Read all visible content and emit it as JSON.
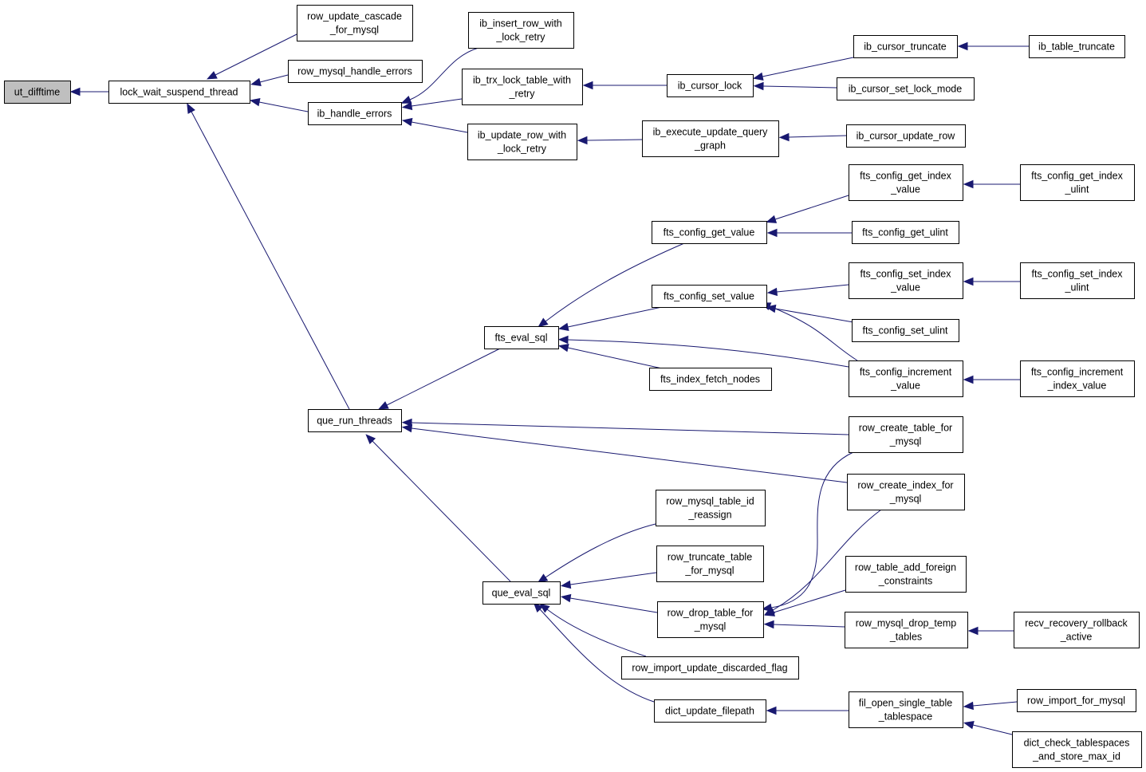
{
  "colors": {
    "edge": "#191970",
    "root_fill": "#bfbfbf",
    "node_fill": "#ffffff",
    "node_border": "#000000"
  },
  "nodes": [
    {
      "id": "ut_difftime",
      "lines": [
        "ut_difftime"
      ],
      "root": true
    },
    {
      "id": "lock_wait_suspend_thread",
      "lines": [
        "lock_wait_suspend_thread"
      ]
    },
    {
      "id": "row_update_cascade_for_mysql",
      "lines": [
        "row_update_cascade",
        "_for_mysql"
      ]
    },
    {
      "id": "row_mysql_handle_errors",
      "lines": [
        "row_mysql_handle_errors"
      ]
    },
    {
      "id": "ib_handle_errors",
      "lines": [
        "ib_handle_errors"
      ]
    },
    {
      "id": "que_run_threads",
      "lines": [
        "que_run_threads"
      ]
    },
    {
      "id": "ib_insert_row_with_lock_retry",
      "lines": [
        "ib_insert_row_with",
        "_lock_retry"
      ]
    },
    {
      "id": "ib_trx_lock_table_with_retry",
      "lines": [
        "ib_trx_lock_table_with",
        "_retry"
      ]
    },
    {
      "id": "ib_update_row_with_lock_retry",
      "lines": [
        "ib_update_row_with",
        "_lock_retry"
      ]
    },
    {
      "id": "ib_cursor_lock",
      "lines": [
        "ib_cursor_lock"
      ]
    },
    {
      "id": "ib_execute_update_query_graph",
      "lines": [
        "ib_execute_update_query",
        "_graph"
      ]
    },
    {
      "id": "ib_cursor_truncate",
      "lines": [
        "ib_cursor_truncate"
      ]
    },
    {
      "id": "ib_cursor_set_lock_mode",
      "lines": [
        "ib_cursor_set_lock_mode"
      ]
    },
    {
      "id": "ib_cursor_update_row",
      "lines": [
        "ib_cursor_update_row"
      ]
    },
    {
      "id": "ib_table_truncate",
      "lines": [
        "ib_table_truncate"
      ]
    },
    {
      "id": "fts_eval_sql",
      "lines": [
        "fts_eval_sql"
      ]
    },
    {
      "id": "que_eval_sql",
      "lines": [
        "que_eval_sql"
      ]
    },
    {
      "id": "fts_config_get_value",
      "lines": [
        "fts_config_get_value"
      ]
    },
    {
      "id": "fts_config_set_value",
      "lines": [
        "fts_config_set_value"
      ]
    },
    {
      "id": "fts_index_fetch_nodes",
      "lines": [
        "fts_index_fetch_nodes"
      ]
    },
    {
      "id": "fts_config_get_index_value",
      "lines": [
        "fts_config_get_index",
        "_value"
      ]
    },
    {
      "id": "fts_config_get_ulint",
      "lines": [
        "fts_config_get_ulint"
      ]
    },
    {
      "id": "fts_config_set_index_value",
      "lines": [
        "fts_config_set_index",
        "_value"
      ]
    },
    {
      "id": "fts_config_set_ulint",
      "lines": [
        "fts_config_set_ulint"
      ]
    },
    {
      "id": "fts_config_increment_value",
      "lines": [
        "fts_config_increment",
        "_value"
      ]
    },
    {
      "id": "fts_config_get_index_ulint",
      "lines": [
        "fts_config_get_index",
        "_ulint"
      ]
    },
    {
      "id": "fts_config_set_index_ulint",
      "lines": [
        "fts_config_set_index",
        "_ulint"
      ]
    },
    {
      "id": "fts_config_increment_index_value",
      "lines": [
        "fts_config_increment",
        "_index_value"
      ]
    },
    {
      "id": "row_create_table_for_mysql",
      "lines": [
        "row_create_table_for",
        "_mysql"
      ]
    },
    {
      "id": "row_create_index_for_mysql",
      "lines": [
        "row_create_index_for",
        "_mysql"
      ]
    },
    {
      "id": "row_mysql_table_id_reassign",
      "lines": [
        "row_mysql_table_id",
        "_reassign"
      ]
    },
    {
      "id": "row_truncate_table_for_mysql",
      "lines": [
        "row_truncate_table",
        "_for_mysql"
      ]
    },
    {
      "id": "row_drop_table_for_mysql",
      "lines": [
        "row_drop_table_for",
        "_mysql"
      ]
    },
    {
      "id": "row_import_update_discarded_flag",
      "lines": [
        "row_import_update_discarded_flag"
      ]
    },
    {
      "id": "dict_update_filepath",
      "lines": [
        "dict_update_filepath"
      ]
    },
    {
      "id": "row_table_add_foreign_constraints",
      "lines": [
        "row_table_add_foreign",
        "_constraints"
      ]
    },
    {
      "id": "row_mysql_drop_temp_tables",
      "lines": [
        "row_mysql_drop_temp",
        "_tables"
      ]
    },
    {
      "id": "recv_recovery_rollback_active",
      "lines": [
        "recv_recovery_rollback",
        "_active"
      ]
    },
    {
      "id": "fil_open_single_table_tablespace",
      "lines": [
        "fil_open_single_table",
        "_tablespace"
      ]
    },
    {
      "id": "row_import_for_mysql",
      "lines": [
        "row_import_for_mysql"
      ]
    },
    {
      "id": "dict_check_tablespaces_and_store_max_id",
      "lines": [
        "dict_check_tablespaces",
        "_and_store_max_id"
      ]
    }
  ],
  "edges": [
    {
      "from": "lock_wait_suspend_thread",
      "to": "ut_difftime"
    },
    {
      "from": "row_update_cascade_for_mysql",
      "to": "lock_wait_suspend_thread"
    },
    {
      "from": "row_mysql_handle_errors",
      "to": "lock_wait_suspend_thread"
    },
    {
      "from": "ib_handle_errors",
      "to": "lock_wait_suspend_thread"
    },
    {
      "from": "que_run_threads",
      "to": "lock_wait_suspend_thread"
    },
    {
      "from": "ib_insert_row_with_lock_retry",
      "to": "ib_handle_errors"
    },
    {
      "from": "ib_trx_lock_table_with_retry",
      "to": "ib_handle_errors"
    },
    {
      "from": "ib_update_row_with_lock_retry",
      "to": "ib_handle_errors"
    },
    {
      "from": "ib_cursor_lock",
      "to": "ib_trx_lock_table_with_retry"
    },
    {
      "from": "ib_execute_update_query_graph",
      "to": "ib_update_row_with_lock_retry"
    },
    {
      "from": "ib_cursor_truncate",
      "to": "ib_cursor_lock"
    },
    {
      "from": "ib_cursor_set_lock_mode",
      "to": "ib_cursor_lock"
    },
    {
      "from": "ib_table_truncate",
      "to": "ib_cursor_truncate"
    },
    {
      "from": "ib_cursor_update_row",
      "to": "ib_execute_update_query_graph"
    },
    {
      "from": "fts_eval_sql",
      "to": "que_run_threads"
    },
    {
      "from": "que_eval_sql",
      "to": "que_run_threads"
    },
    {
      "from": "row_create_table_for_mysql",
      "to": "que_run_threads"
    },
    {
      "from": "row_create_index_for_mysql",
      "to": "que_run_threads"
    },
    {
      "from": "fts_config_get_value",
      "to": "fts_eval_sql"
    },
    {
      "from": "fts_config_set_value",
      "to": "fts_eval_sql"
    },
    {
      "from": "fts_index_fetch_nodes",
      "to": "fts_eval_sql"
    },
    {
      "from": "fts_config_increment_value",
      "to": "fts_eval_sql"
    },
    {
      "from": "fts_config_get_index_value",
      "to": "fts_config_get_value"
    },
    {
      "from": "fts_config_get_ulint",
      "to": "fts_config_get_value"
    },
    {
      "from": "fts_config_set_index_value",
      "to": "fts_config_set_value"
    },
    {
      "from": "fts_config_set_ulint",
      "to": "fts_config_set_value"
    },
    {
      "from": "fts_config_increment_value",
      "to": "fts_config_set_value"
    },
    {
      "from": "fts_config_get_index_ulint",
      "to": "fts_config_get_index_value"
    },
    {
      "from": "fts_config_set_index_ulint",
      "to": "fts_config_set_index_value"
    },
    {
      "from": "fts_config_increment_index_value",
      "to": "fts_config_increment_value"
    },
    {
      "from": "row_mysql_table_id_reassign",
      "to": "que_eval_sql"
    },
    {
      "from": "row_truncate_table_for_mysql",
      "to": "que_eval_sql"
    },
    {
      "from": "row_drop_table_for_mysql",
      "to": "que_eval_sql"
    },
    {
      "from": "row_import_update_discarded_flag",
      "to": "que_eval_sql"
    },
    {
      "from": "dict_update_filepath",
      "to": "que_eval_sql"
    },
    {
      "from": "row_create_table_for_mysql",
      "to": "row_drop_table_for_mysql"
    },
    {
      "from": "row_create_index_for_mysql",
      "to": "row_drop_table_for_mysql"
    },
    {
      "from": "row_table_add_foreign_constraints",
      "to": "row_drop_table_for_mysql"
    },
    {
      "from": "row_mysql_drop_temp_tables",
      "to": "row_drop_table_for_mysql"
    },
    {
      "from": "recv_recovery_rollback_active",
      "to": "row_mysql_drop_temp_tables"
    },
    {
      "from": "fil_open_single_table_tablespace",
      "to": "dict_update_filepath"
    },
    {
      "from": "row_import_for_mysql",
      "to": "fil_open_single_table_tablespace"
    },
    {
      "from": "dict_check_tablespaces_and_store_max_id",
      "to": "fil_open_single_table_tablespace"
    }
  ]
}
